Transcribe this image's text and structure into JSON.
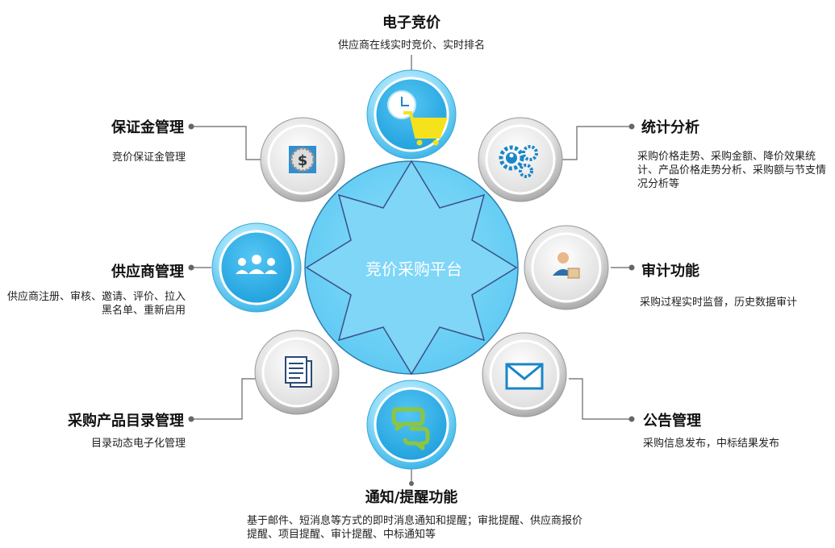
{
  "center": {
    "label": "竞价采购平台"
  },
  "nodes": {
    "bidding": {
      "title": "电子竞价",
      "desc": "供应商在线实时竞价、实时排名",
      "icon": "clock-cart-icon"
    },
    "stats": {
      "title": "统计分析",
      "desc": "采购价格走势、采购金额、降价效果统计、产品价格走势分析、采购额与节支情况分析等",
      "icon": "gears-user-icon"
    },
    "audit": {
      "title": "审计功能",
      "desc": "采购过程实时监督，历史数据审计",
      "icon": "auditor-icon"
    },
    "notice": {
      "title": "公告管理",
      "desc": "采购信息发布，中标结果发布",
      "icon": "envelope-icon"
    },
    "notify": {
      "title": "通知/提醒功能",
      "desc": "基于邮件、短消息等方式的即时消息通知和提醒；审批提醒、供应商报价提醒、项目提醒、审计提醒、中标通知等",
      "icon": "chat-bubbles-icon"
    },
    "catalog": {
      "title": "采购产品目录管理",
      "desc": "目录动态电子化管理",
      "icon": "document-icon"
    },
    "supplier": {
      "title": "供应商管理",
      "desc": "供应商注册、审核、邀请、评价、拉入黑名单、重新启用",
      "icon": "people-icon"
    },
    "deposit": {
      "title": "保证金管理",
      "desc": "竞价保证金管理",
      "icon": "dollar-coin-icon"
    }
  },
  "colors": {
    "center_fill": "#7fd6f7",
    "blue_ring": "#5cc8f2",
    "grey_ring": "#d0d0d0",
    "icon_blue": "#1a86c8",
    "cart_yellow": "#f5e21c",
    "chat_green": "#8cc63f",
    "connector": "#666666"
  }
}
